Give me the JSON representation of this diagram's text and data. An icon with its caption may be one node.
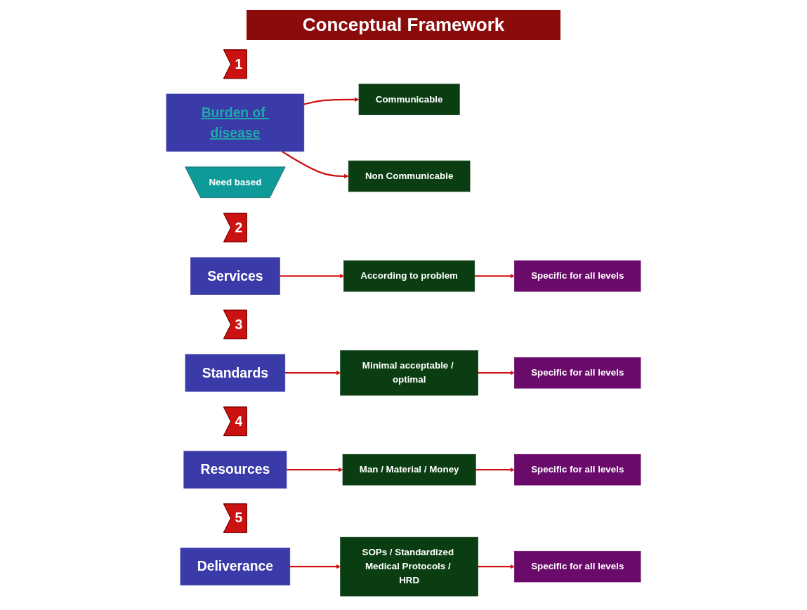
{
  "diagram": {
    "title": "Conceptual Framework",
    "nodes": [
      {
        "text": [
          "1"
        ]
      },
      {
        "text": [
          "Burden of disease"
        ]
      },
      {
        "text": [
          "Need based"
        ]
      },
      {
        "text": [
          "Communicable"
        ]
      },
      {
        "text": [
          "Non Communicable"
        ]
      },
      {
        "text": [
          "2"
        ]
      },
      {
        "text": [
          "Services"
        ]
      },
      {
        "text": [
          "According to problem"
        ]
      },
      {
        "text": [
          "Specific for all levels"
        ]
      },
      {
        "text": [
          "3"
        ]
      },
      {
        "text": [
          "Standards"
        ]
      },
      {
        "text": [
          "Minimal acceptable / optimal"
        ]
      },
      {
        "text": [
          "Specific for all levels"
        ]
      },
      {
        "text": [
          "4"
        ]
      },
      {
        "text": [
          "Resources"
        ]
      },
      {
        "text": [
          "Man / Material / Money"
        ]
      },
      {
        "text": [
          "Specific for all levels"
        ]
      },
      {
        "text": [
          "5"
        ]
      },
      {
        "text": [
          "Deliverance"
        ]
      },
      {
        "text": [
          "SOPs / Standardized Medical Protocols / HRD"
        ]
      },
      {
        "text": [
          "Specific for all levels"
        ]
      }
    ],
    "edges": [
      {
        "from": 1,
        "to": 3,
        "arrow": "to"
      },
      {
        "from": 1,
        "to": 4,
        "arrow": "to"
      },
      {
        "from": 6,
        "to": 7,
        "arrow": "to"
      },
      {
        "from": 7,
        "to": 8,
        "arrow": "to"
      },
      {
        "from": 10,
        "to": 11,
        "arrow": "to"
      },
      {
        "from": 11,
        "to": 12,
        "arrow": "to"
      },
      {
        "from": 14,
        "to": 15,
        "arrow": "to"
      },
      {
        "from": 15,
        "to": 16,
        "arrow": "to"
      },
      {
        "from": 18,
        "to": 19,
        "arrow": "to"
      },
      {
        "from": 19,
        "to": 20,
        "arrow": "to"
      }
    ]
  }
}
